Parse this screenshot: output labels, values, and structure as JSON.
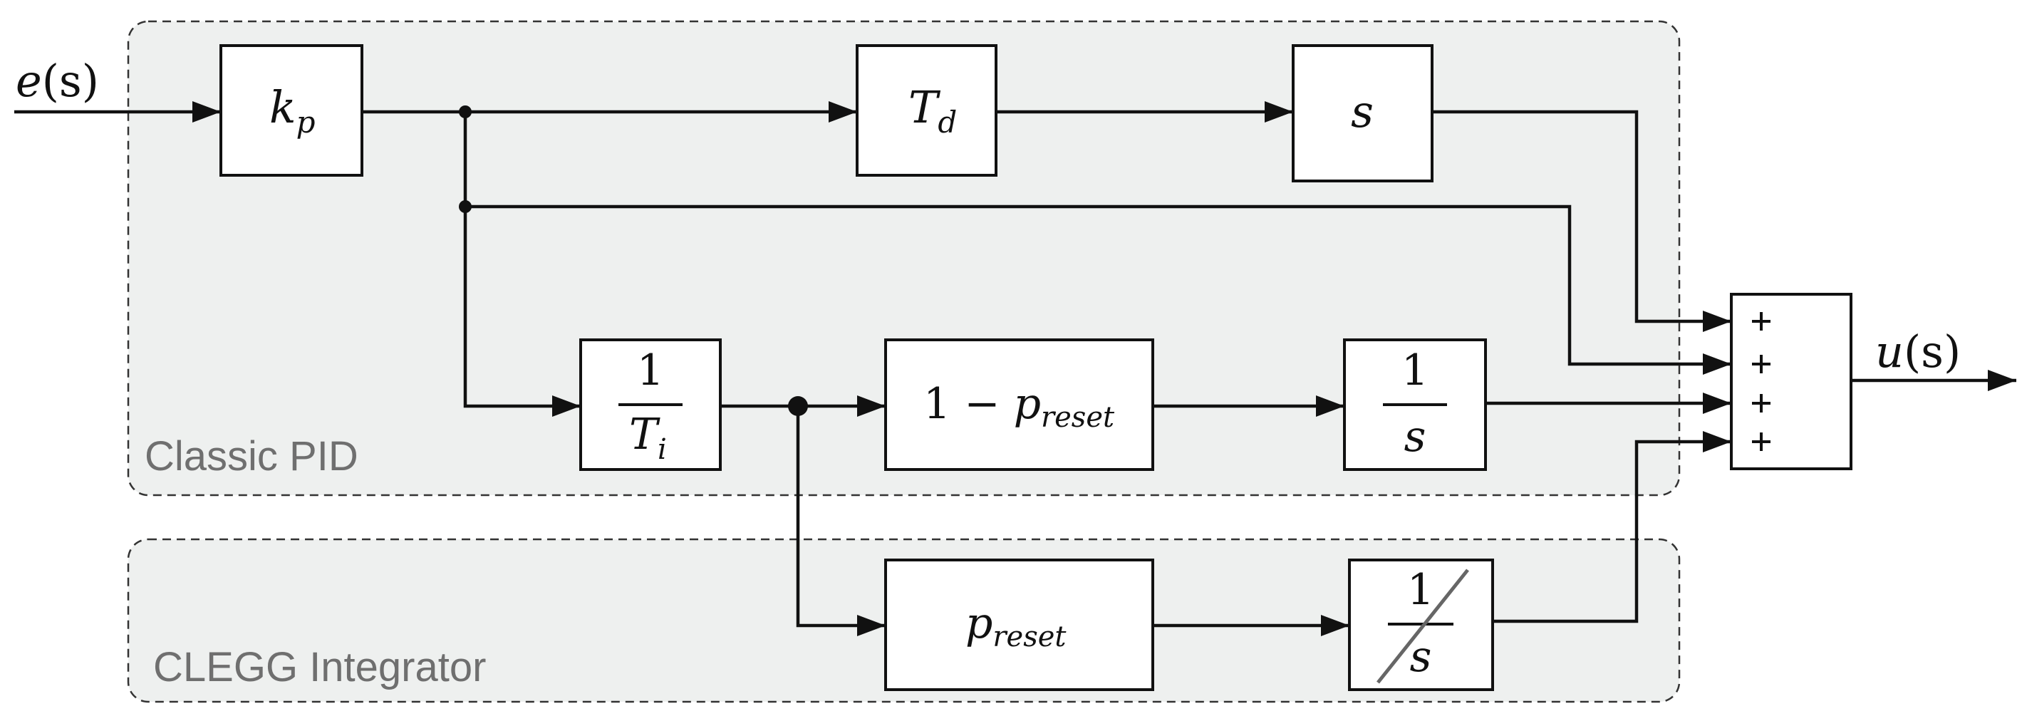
{
  "colors": {
    "region_fill": "#eef0ef",
    "region_border": "#333333",
    "region_label": "#6f6f6f",
    "line": "#111111",
    "block_fill": "#ffffff"
  },
  "regions": {
    "classic_pid": {
      "label": "Classic PID"
    },
    "clegg_integrator": {
      "label": "CLEGG Integrator"
    }
  },
  "signals": {
    "input": {
      "name": "e",
      "arg": "(s)"
    },
    "output": {
      "name": "u",
      "arg": "(s)"
    }
  },
  "blocks": {
    "kp": {
      "symbol": "k",
      "subscript": "p"
    },
    "td": {
      "symbol": "T",
      "subscript": "d"
    },
    "derivative": {
      "symbol": "s"
    },
    "inverse_ti": {
      "numerator": "1",
      "denominator": "T",
      "denominator_subscript": "i"
    },
    "one_minus_preset": {
      "prefix": "1 − ",
      "symbol": "p",
      "subscript": "reset"
    },
    "integrator": {
      "numerator": "1",
      "denominator": "s"
    },
    "preset": {
      "symbol": "p",
      "subscript": "reset"
    },
    "reset_integrator": {
      "numerator": "1",
      "denominator": "s",
      "icon": "reset-slash-icon"
    }
  },
  "summing_junction": {
    "signs": [
      "+",
      "+",
      "+",
      "+"
    ]
  }
}
